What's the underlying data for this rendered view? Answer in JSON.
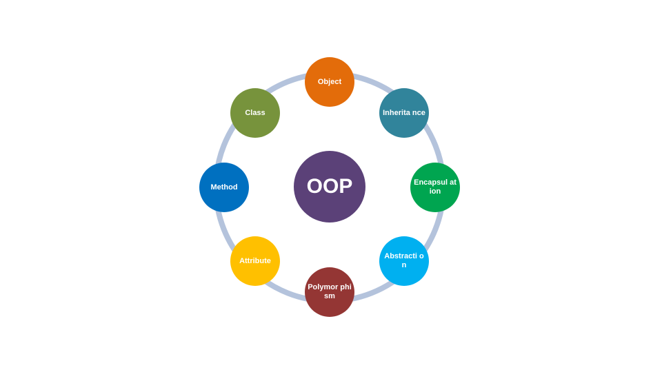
{
  "diagram": {
    "center": {
      "label": "OOP",
      "color": "#5b4178"
    },
    "ring_color": "#b4c3dc",
    "nodes": [
      {
        "label": "Object",
        "color": "#e36c0a"
      },
      {
        "label": "Inherita nce",
        "color": "#31849b"
      },
      {
        "label": "Encapsul ation",
        "color": "#00a550"
      },
      {
        "label": "Abstracti on",
        "color": "#00b0f0"
      },
      {
        "label": "Polymor phism",
        "color": "#943634"
      },
      {
        "label": "Attribute",
        "color": "#ffc000"
      },
      {
        "label": "Method",
        "color": "#0070c0"
      },
      {
        "label": "Class",
        "color": "#77933c"
      }
    ]
  }
}
